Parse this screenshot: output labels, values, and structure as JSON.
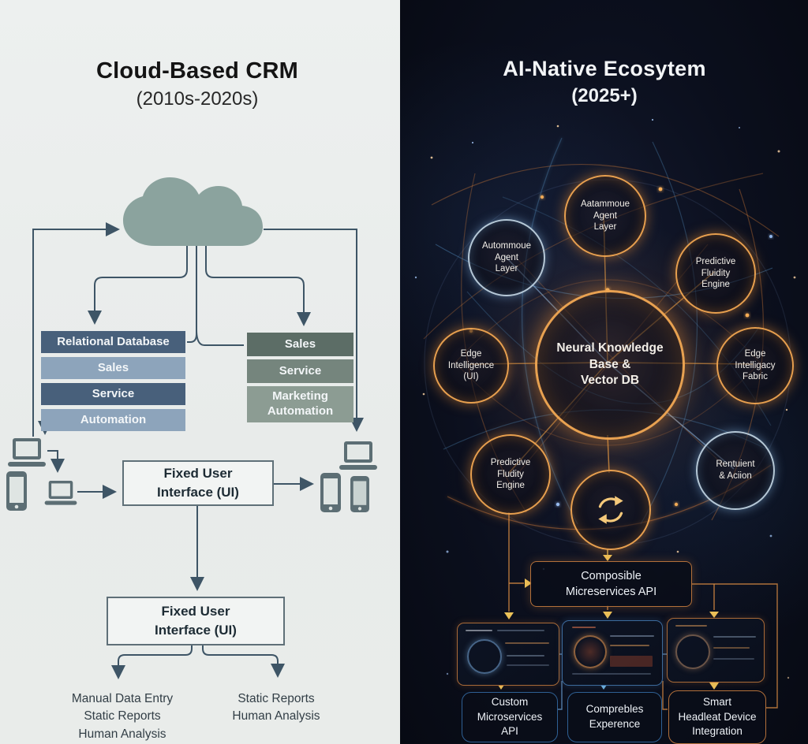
{
  "left": {
    "title": "Cloud-Based CRM",
    "subtitle": "(2010s-2020s)",
    "crm_stack": [
      "Relational Database",
      "Sales",
      "Service",
      "Automation"
    ],
    "suite_stack": [
      "Sales",
      "Service",
      "Marketing\nAutomation"
    ],
    "ui_box_top": "Fixed User\nInterface (UI)",
    "ui_box_bottom": "Fixed User\nInterface (UI)",
    "outcomes_left": "Manual Data Entry\nStatic Reports\nHuman Analysis",
    "outcomes_right": "Static Reports\nHuman Analysis"
  },
  "right": {
    "title": "AI-Native Ecosytem",
    "subtitle": "(2025+)",
    "center_node": "Neural Knowledge\nBase &\nVector DB",
    "nodes": {
      "top": "Aatammoue\nAgent\nLayer",
      "upper_left": "Autommoue\nAgent\nLayer",
      "upper_right": "Predictive\nFluidity\nEngine",
      "mid_left": "Edge\nIntelligence\n(UI)",
      "mid_right": "Edge\nIntelligacy\nFabric",
      "lower_left": "Predictive\nFludity\nEngine",
      "lower_right": "Rentuient\n& Aciion"
    },
    "api_box": "Composible\nMicreservices API",
    "bottom_boxes": [
      "Custom\nMicroservices\nAPI",
      "Comprebles\nExperence",
      "Smart\nHeadleat Device\nIntegration"
    ]
  },
  "colors": {
    "left_background": "#e9ebea",
    "flow_line": "#3e5566",
    "cloud": "#8ba39e",
    "stack_dark_blue": "#48607b",
    "stack_light_blue": "#8da4bb",
    "stack_dark_sage": "#5c6d66",
    "stack_mid_sage": "#75857d",
    "stack_light_sage": "#8c9c93",
    "right_background": "#0a0e1a",
    "accent_orange": "#e8943c",
    "accent_blue": "#5d9fd4",
    "arrow_yellow": "#ecc259"
  }
}
